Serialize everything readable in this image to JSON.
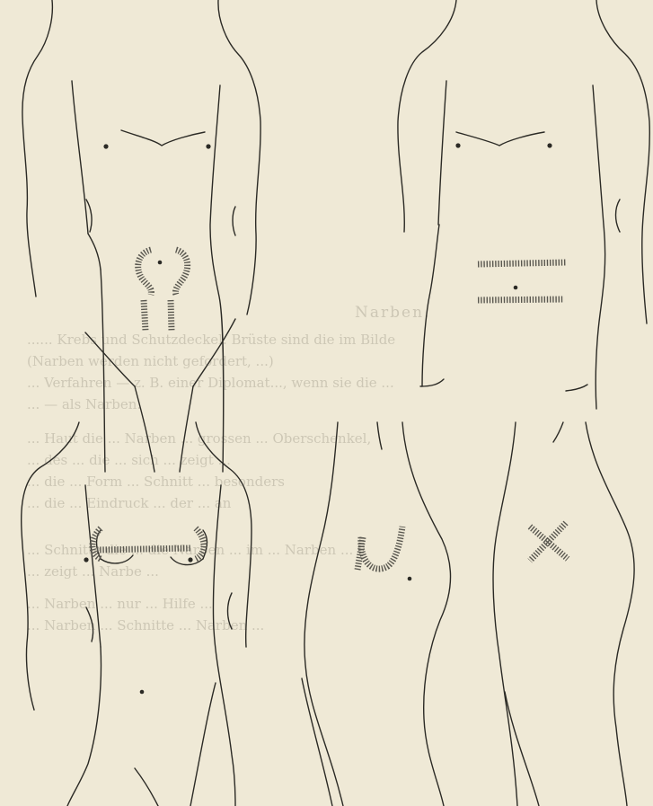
{
  "page": {
    "background_color": "#efe9d6",
    "ink_color": "#2b2a25",
    "bleed_through_color": "#8a8575"
  },
  "bleed_through_text": {
    "lines": [
      "...... Krebs und Schutzdeckel. Brüste sind die im Bilde",
      "(Narben werden nicht gefordert, ...)",
      "... Verfahren — z. B. einer Diplomat..., wenn sie die ...",
      "... — als Narben.",
      "... Haut die ... Narben ... grossen ... Oberschenkel,",
      "... des ... die ... sich ... zeigt ...",
      "... die ... Form ... Schnitt ... besonders",
      "... die ... Eindruck ... der ... an",
      "... Schnitte die ... die Narben ... im ... Narben ...",
      "... zeigt ... Narbe ...",
      "... Narben ... nur ... Hilfe ...",
      "... Narben ... Schnitte ... Narben ..."
    ],
    "heading": "Narben."
  },
  "figures": [
    {
      "id": "fig-1",
      "description": "male-torso-front-umbilical-scars"
    },
    {
      "id": "fig-2",
      "description": "torso-front-transverse-scars"
    },
    {
      "id": "fig-3",
      "description": "female-torso-submammary-scars"
    },
    {
      "id": "fig-4",
      "description": "flank-curved-scar"
    },
    {
      "id": "fig-5",
      "description": "flank-cross-scar"
    }
  ]
}
